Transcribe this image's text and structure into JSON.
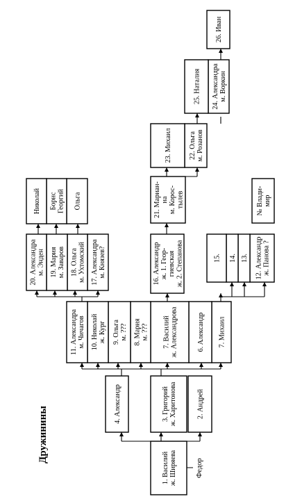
{
  "title": "Дружинины",
  "root_label": "Федор",
  "people": [
    {
      "id": "p1",
      "lines": [
        "1. Василий",
        "ж. Ширяева"
      ]
    },
    {
      "id": "p2",
      "lines": [
        "2. Андрей"
      ]
    },
    {
      "id": "p3",
      "lines": [
        "3. Григорий",
        "ж. Харитонова"
      ]
    },
    {
      "id": "p4",
      "lines": [
        "4. Александр"
      ]
    },
    {
      "id": "p6",
      "lines": [
        "6. Александр"
      ]
    },
    {
      "id": "p7a",
      "lines": [
        "7. Василий",
        "ж. Александрова"
      ]
    },
    {
      "id": "p7b",
      "lines": [
        "7. Михаил"
      ]
    },
    {
      "id": "p8",
      "lines": [
        "8. Мария",
        "м. ???"
      ]
    },
    {
      "id": "p9",
      "lines": [
        "9. Ольга",
        "м. ???"
      ]
    },
    {
      "id": "p10",
      "lines": [
        "10. Николай",
        "ж. Кург"
      ]
    },
    {
      "id": "p11",
      "lines": [
        "11. Александра",
        "м. Чичагов"
      ]
    },
    {
      "id": "p12",
      "lines": [
        "12. Александр",
        "ж. Панова ?"
      ]
    },
    {
      "id": "p13",
      "lines": [
        "13."
      ]
    },
    {
      "id": "p14",
      "lines": [
        "14."
      ]
    },
    {
      "id": "p15",
      "lines": [
        "15."
      ]
    },
    {
      "id": "p16",
      "lines": [
        "16. Александр",
        "ж. 1. Геор-",
        "гиевская",
        "ж. 2. Степанова"
      ]
    },
    {
      "id": "p17",
      "lines": [
        "17. Александра",
        "м. Князев?"
      ]
    },
    {
      "id": "p18",
      "lines": [
        "18. Ольга",
        "м. Ухтомский"
      ]
    },
    {
      "id": "p19",
      "lines": [
        "19. Мария",
        "м. Заваров"
      ]
    },
    {
      "id": "p20",
      "lines": [
        "20. Александра",
        "м. Энден"
      ]
    },
    {
      "id": "p21",
      "lines": [
        "21. Мариан-",
        "на",
        "м. Корос-",
        "тылев"
      ]
    },
    {
      "id": "p22",
      "lines": [
        "22. Ольга",
        "м. Розанов"
      ]
    },
    {
      "id": "p23",
      "lines": [
        "23. Михаил"
      ]
    },
    {
      "id": "p24",
      "lines": [
        "24. Александра",
        "м. Воркин"
      ]
    },
    {
      "id": "p25",
      "lines": [
        "25. Наталия"
      ]
    },
    {
      "id": "p26",
      "lines": [
        "26. Иван"
      ]
    },
    {
      "id": "olga",
      "lines": [
        "Ольга"
      ]
    },
    {
      "id": "boris",
      "lines": [
        "Борис",
        "Георгий"
      ]
    },
    {
      "id": "nikolay",
      "lines": [
        "Николай"
      ]
    },
    {
      "id": "vlad",
      "lines": [
        "№ Влади-",
        "мир"
      ]
    }
  ]
}
